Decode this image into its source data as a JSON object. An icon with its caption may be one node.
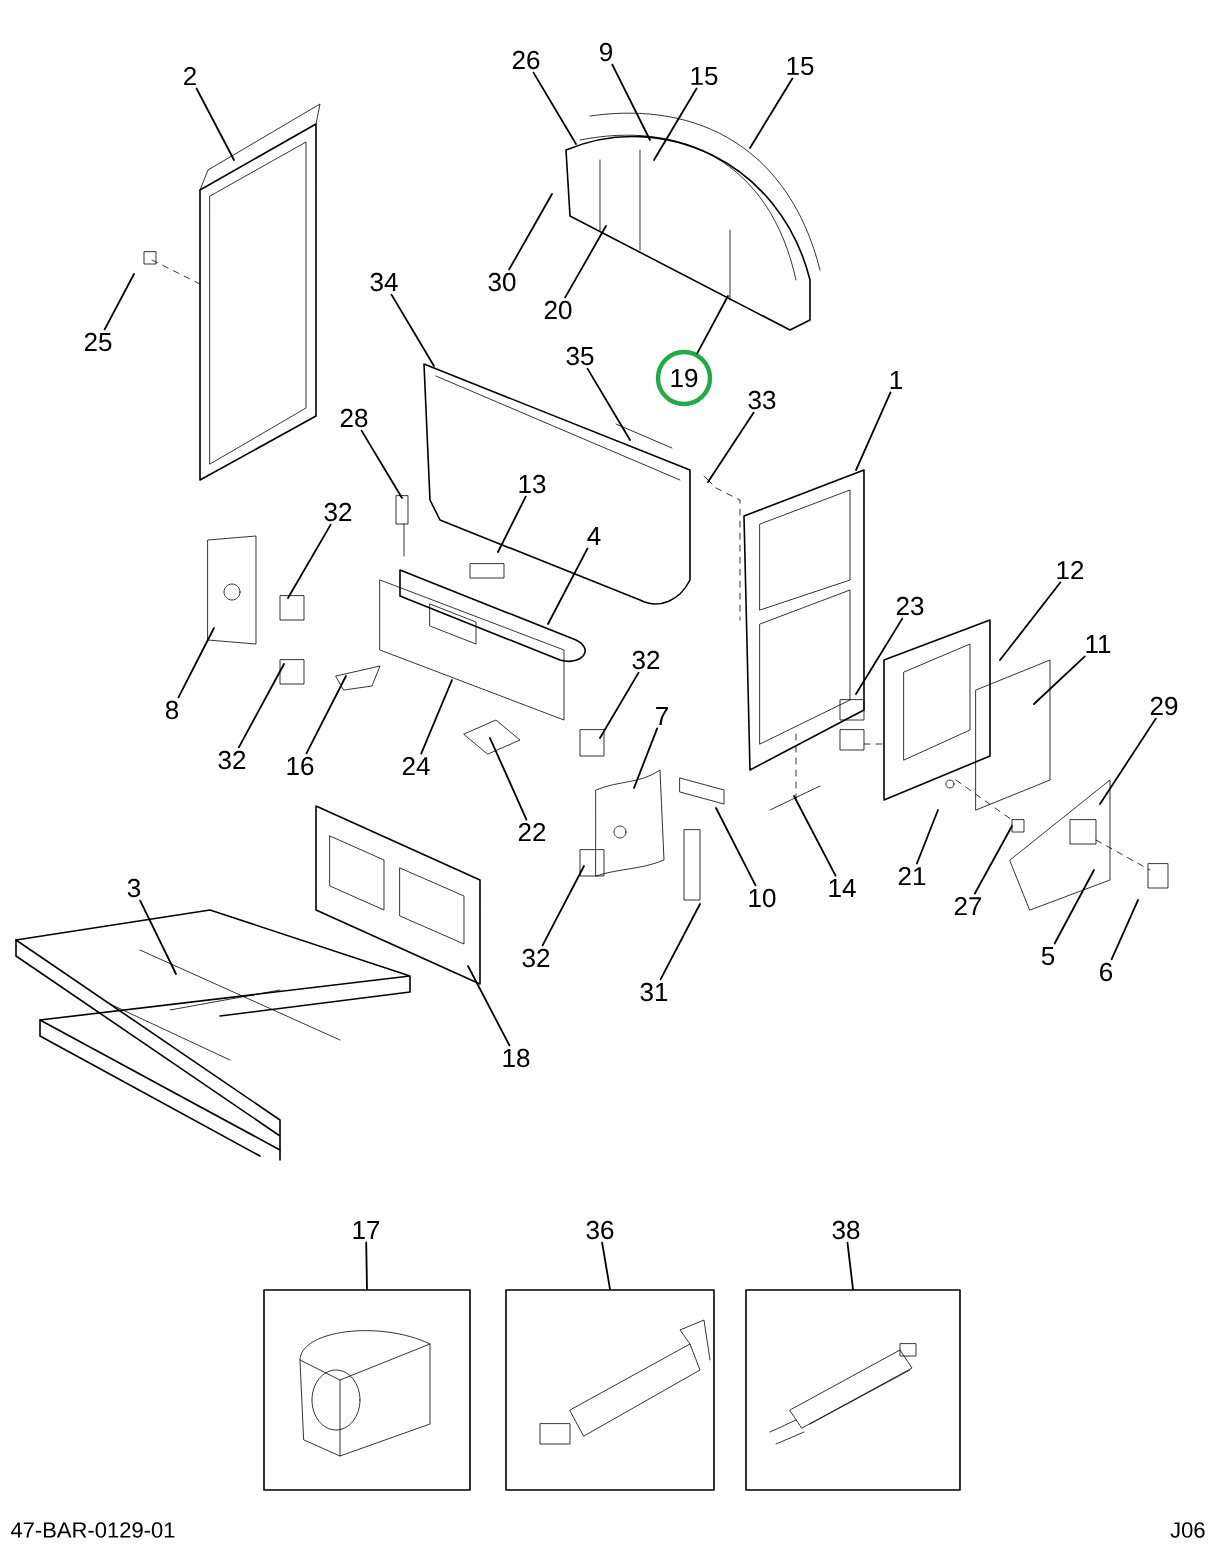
{
  "diagram": {
    "nodes": [
      {
        "text": [
          "9"
        ]
      },
      {
        "text": [
          "26"
        ]
      },
      {
        "text": [
          "15"
        ]
      },
      {
        "text": [
          "15"
        ]
      },
      {
        "text": [
          "2"
        ]
      },
      {
        "text": [
          "30"
        ]
      },
      {
        "text": [
          "34"
        ]
      },
      {
        "text": [
          "20"
        ]
      },
      {
        "text": [
          "25"
        ]
      },
      {
        "text": [
          "35"
        ]
      },
      {
        "text": [
          "19"
        ]
      },
      {
        "text": [
          "1"
        ]
      },
      {
        "text": [
          "33"
        ]
      },
      {
        "text": [
          "28"
        ]
      },
      {
        "text": [
          "13"
        ]
      },
      {
        "text": [
          "32"
        ]
      },
      {
        "text": [
          "4"
        ]
      },
      {
        "text": [
          "12"
        ]
      },
      {
        "text": [
          "23"
        ]
      },
      {
        "text": [
          "11"
        ]
      },
      {
        "text": [
          "32"
        ]
      },
      {
        "text": [
          "29"
        ]
      },
      {
        "text": [
          "7"
        ]
      },
      {
        "text": [
          "8"
        ]
      },
      {
        "text": [
          "32"
        ]
      },
      {
        "text": [
          "16"
        ]
      },
      {
        "text": [
          "24"
        ]
      },
      {
        "text": [
          "22"
        ]
      },
      {
        "text": [
          "3"
        ]
      },
      {
        "text": [
          "21"
        ]
      },
      {
        "text": [
          "10"
        ]
      },
      {
        "text": [
          "14"
        ]
      },
      {
        "text": [
          "27"
        ]
      },
      {
        "text": [
          "5"
        ]
      },
      {
        "text": [
          "6"
        ]
      },
      {
        "text": [
          "32"
        ]
      },
      {
        "text": [
          "31"
        ]
      },
      {
        "text": [
          "18"
        ]
      },
      {
        "text": [
          "17"
        ]
      },
      {
        "text": [
          "36"
        ]
      },
      {
        "text": [
          "38"
        ]
      },
      {
        "text": [],
        "shape": "box"
      },
      {
        "text": [],
        "shape": "box"
      },
      {
        "text": [],
        "shape": "box"
      }
    ],
    "edges": [
      {
        "from": 0,
        "to": null,
        "arrow": "none"
      },
      {
        "from": 1,
        "to": null,
        "arrow": "none"
      },
      {
        "from": 2,
        "to": null,
        "arrow": "none"
      },
      {
        "from": 3,
        "to": null,
        "arrow": "none"
      },
      {
        "from": 4,
        "to": null,
        "arrow": "none"
      },
      {
        "from": 5,
        "to": null,
        "arrow": "none"
      },
      {
        "from": 6,
        "to": null,
        "arrow": "none"
      },
      {
        "from": 7,
        "to": null,
        "arrow": "none"
      },
      {
        "from": 8,
        "to": null,
        "arrow": "none"
      },
      {
        "from": 9,
        "to": null,
        "arrow": "none"
      },
      {
        "from": 10,
        "to": null,
        "arrow": "none"
      },
      {
        "from": 11,
        "to": null,
        "arrow": "none"
      },
      {
        "from": 12,
        "to": null,
        "arrow": "none"
      },
      {
        "from": 13,
        "to": null,
        "arrow": "none"
      },
      {
        "from": 14,
        "to": null,
        "arrow": "none"
      },
      {
        "from": 15,
        "to": null,
        "arrow": "none"
      },
      {
        "from": 16,
        "to": null,
        "arrow": "none"
      },
      {
        "from": 17,
        "to": null,
        "arrow": "none"
      },
      {
        "from": 18,
        "to": null,
        "arrow": "none"
      },
      {
        "from": 19,
        "to": null,
        "arrow": "none"
      },
      {
        "from": 20,
        "to": null,
        "arrow": "none"
      },
      {
        "from": 21,
        "to": null,
        "arrow": "none"
      },
      {
        "from": 22,
        "to": null,
        "arrow": "none"
      },
      {
        "from": 23,
        "to": null,
        "arrow": "none"
      },
      {
        "from": 24,
        "to": null,
        "arrow": "none"
      },
      {
        "from": 25,
        "to": null,
        "arrow": "none"
      },
      {
        "from": 26,
        "to": null,
        "arrow": "none"
      },
      {
        "from": 27,
        "to": null,
        "arrow": "none"
      },
      {
        "from": 28,
        "to": null,
        "arrow": "none"
      },
      {
        "from": 29,
        "to": null,
        "arrow": "none"
      },
      {
        "from": 30,
        "to": null,
        "arrow": "none"
      },
      {
        "from": 31,
        "to": null,
        "arrow": "none"
      },
      {
        "from": 32,
        "to": null,
        "arrow": "none"
      },
      {
        "from": 33,
        "to": null,
        "arrow": "none"
      },
      {
        "from": 34,
        "to": null,
        "arrow": "none"
      },
      {
        "from": 35,
        "to": null,
        "arrow": "none"
      },
      {
        "from": 36,
        "to": null,
        "arrow": "none"
      },
      {
        "from": 37,
        "to": null,
        "arrow": "none"
      },
      {
        "from": 38,
        "to": 41,
        "arrow": "none"
      },
      {
        "from": 39,
        "to": 42,
        "arrow": "none"
      },
      {
        "from": 40,
        "to": 43,
        "arrow": "none"
      }
    ],
    "labels": [
      "47-BAR-0129-01",
      "J06"
    ]
  }
}
